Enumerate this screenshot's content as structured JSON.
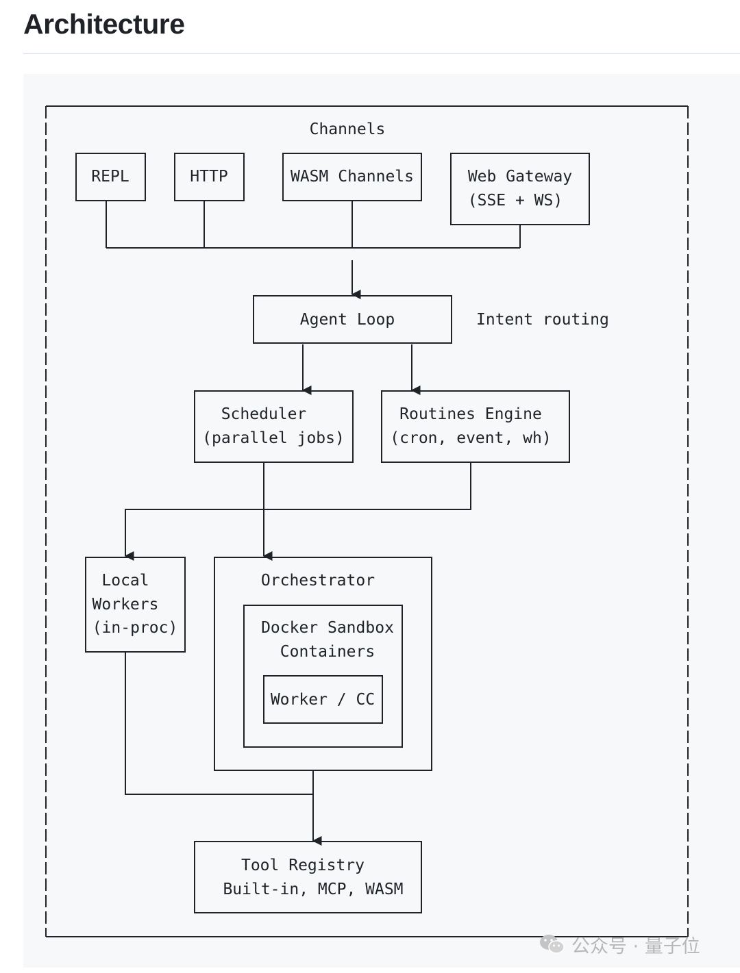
{
  "page": {
    "title": "Architecture"
  },
  "diagram": {
    "frame_label": "Channels",
    "channels": {
      "repl": "REPL",
      "http": "HTTP",
      "wasm": "WASM Channels",
      "gateway_line1": "Web Gateway",
      "gateway_line2": "(SSE + WS)"
    },
    "agent_loop": "Agent Loop",
    "intent_routing": "Intent routing",
    "scheduler": {
      "line1": "Scheduler",
      "line2": "(parallel jobs)"
    },
    "routines": {
      "line1": "Routines Engine",
      "line2": "(cron, event, wh)"
    },
    "local_workers": {
      "line1": "Local",
      "line2": "Workers",
      "line3": "(in-proc)"
    },
    "orchestrator": "Orchestrator",
    "docker": {
      "line1": "Docker Sandbox",
      "line2": "Containers"
    },
    "worker": "Worker / CC",
    "tool_registry": {
      "line1": "Tool Registry",
      "line2": "Built-in, MCP, WASM"
    }
  },
  "watermark": {
    "text": "公众号 · 量子位",
    "icon": "wechat-icon"
  }
}
